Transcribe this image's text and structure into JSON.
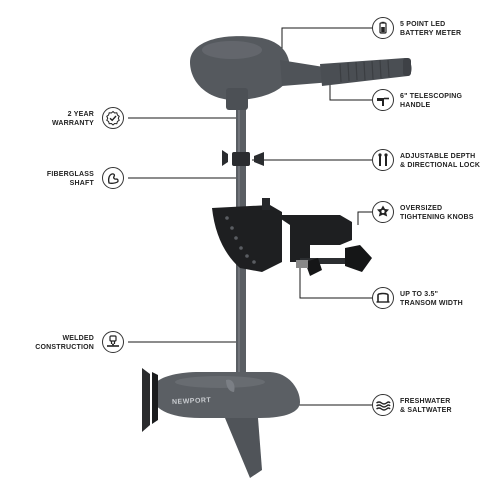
{
  "features": [
    {
      "id": "battery",
      "lines": [
        "5 POINT LED",
        "BATTERY METER"
      ],
      "icon": "battery-icon"
    },
    {
      "id": "handle",
      "lines": [
        "6\" TELESCOPING",
        "HANDLE"
      ],
      "icon": "telescoping-handle-icon"
    },
    {
      "id": "depth",
      "lines": [
        "ADJUSTABLE DEPTH",
        "& DIRECTIONAL LOCK"
      ],
      "icon": "depth-lock-icon"
    },
    {
      "id": "knobs",
      "lines": [
        "OVERSIZED",
        "TIGHTENING KNOBS"
      ],
      "icon": "knob-icon"
    },
    {
      "id": "transom",
      "lines": [
        "UP TO 3.5\"",
        "TRANSOM WIDTH"
      ],
      "icon": "transom-clamp-icon"
    },
    {
      "id": "water",
      "lines": [
        "FRESHWATER",
        "& SALTWATER"
      ],
      "icon": "water-waves-icon"
    },
    {
      "id": "warranty",
      "lines": [
        "2 YEAR",
        "WARRANTY"
      ],
      "icon": "warranty-check-icon"
    },
    {
      "id": "shaft",
      "lines": [
        "FIBERGLASS",
        "SHAFT"
      ],
      "icon": "flex-arm-icon"
    },
    {
      "id": "welded",
      "lines": [
        "WELDED",
        "CONSTRUCTION"
      ],
      "icon": "welding-icon"
    }
  ],
  "brand": "NEWPORT",
  "colors": {
    "motor_body": "#55595e",
    "clamp": "#1e1f21",
    "lines": "#1a1a1a"
  }
}
